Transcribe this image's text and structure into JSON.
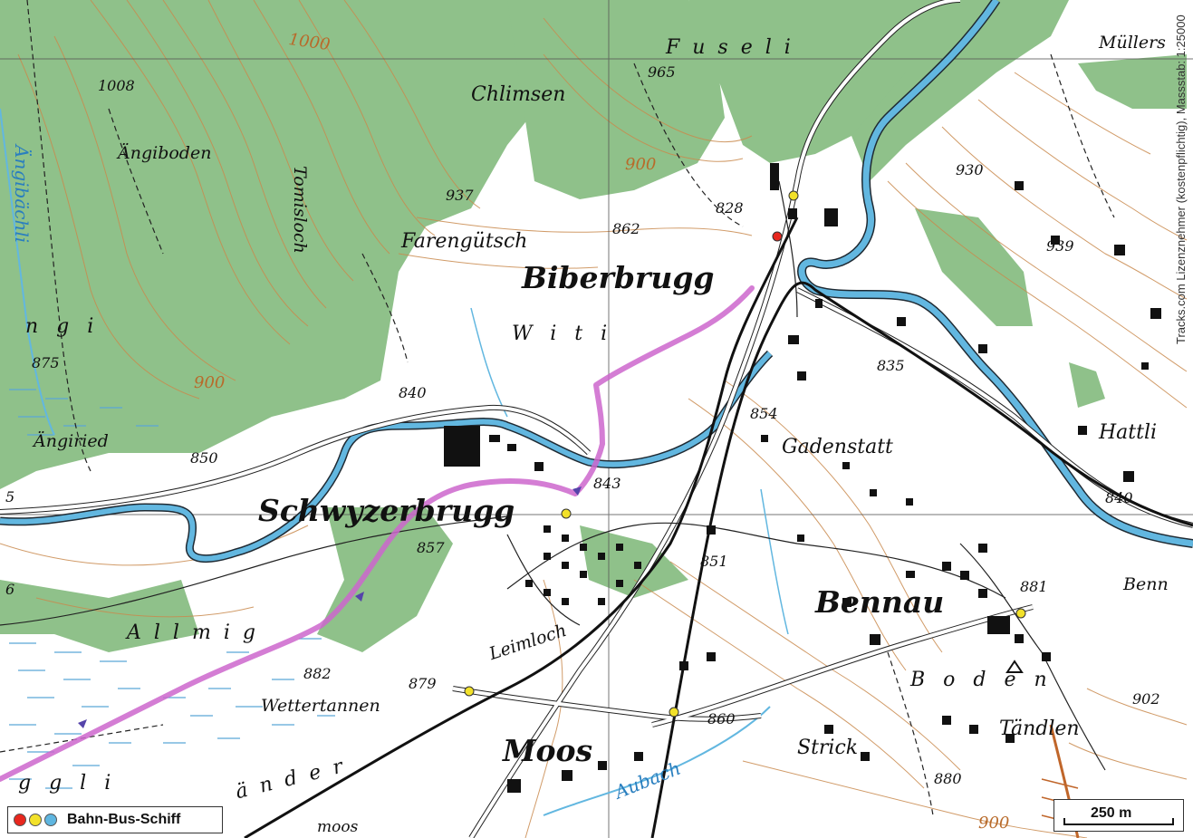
{
  "map": {
    "place_names": {
      "biberbrugg": "Biberbrugg",
      "schwyzerbrugg": "Schwyzerbrugg",
      "bennau": "Bennau",
      "moos": "Moos",
      "fuseli": "Fuseli",
      "chlimsen": "Chlimsen",
      "angiboden": "Ängiboden",
      "tomisloch": "Tomisloch",
      "farenguetsch": "Farengütsch",
      "witi": "Witi",
      "angiried": "Ängiried",
      "gadenstatt": "Gadenstatt",
      "hattli": "Hattli",
      "boden": "Boden",
      "taendlen": "Tändlen",
      "strick": "Strick",
      "leimloch": "Leimloch",
      "wettertannen": "Wettertannen",
      "allmig": "Allmig",
      "muellers": "Müllers",
      "bennau_edge": "Benn",
      "ngi": "ngi",
      "ggli": "ggli",
      "aender": "änder",
      "moos_edge": "moos",
      "angibaechli": "Ängibächli",
      "aubach": "Aubach"
    },
    "elevations": {
      "e1008": "1008",
      "e965": "965",
      "e937": "937",
      "e862": "862",
      "e828": "828",
      "e930": "930",
      "e939": "939",
      "e875": "875",
      "e840a": "840",
      "e850": "850",
      "e835": "835",
      "e854": "854",
      "e843": "843",
      "e857": "857",
      "e851": "851",
      "e881": "881",
      "e882": "882",
      "e879": "879",
      "e860": "860",
      "e880": "880",
      "e902": "902",
      "e840b": "840",
      "e6": "6",
      "e5": "5"
    },
    "contours": {
      "c1000": "1000",
      "c900a": "900",
      "c900b": "900",
      "c900c": "900"
    },
    "colors": {
      "forest": "#8fc18a",
      "open_land": "#ffffff",
      "water": "#62b7e0",
      "contour": "#c98a4e",
      "route": "#cc66cc",
      "rail": "#111111",
      "building": "#111111",
      "grid": "#555555"
    }
  },
  "legend": {
    "label": "Bahn-Bus-Schiff",
    "dots": [
      "#e8271e",
      "#f2e12a",
      "#5fb6e0"
    ]
  },
  "scale_bar": {
    "label": "250 m"
  },
  "credit": "Tracks.com Lizenznehmer (kostenpflichtig), Massstab: 1:25000"
}
